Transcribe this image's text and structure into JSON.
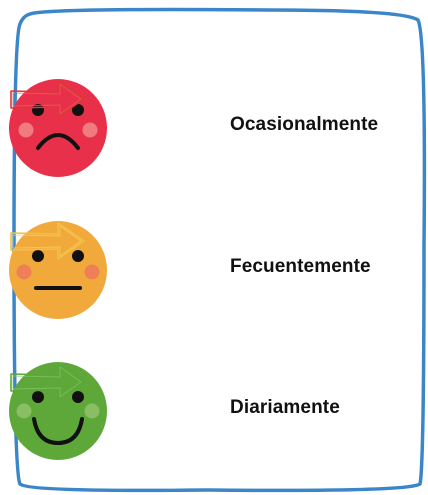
{
  "colors": {
    "frame": "#3a86c8",
    "background": "#ffffff",
    "text": "#111111"
  },
  "items": [
    {
      "label": "Ocasionalmente",
      "mood": "sad",
      "face_color": "#e8304a",
      "arrow_color": "#d93a33",
      "icon": "sad-face-icon"
    },
    {
      "label": "Fecuentemente",
      "mood": "neutral",
      "face_color": "#f2a93b",
      "arrow_color": "#f0c240",
      "icon": "neutral-face-icon"
    },
    {
      "label": "Diariamente",
      "mood": "happy",
      "face_color": "#5ea83a",
      "arrow_color": "#5aa83a",
      "icon": "happy-face-icon"
    }
  ]
}
